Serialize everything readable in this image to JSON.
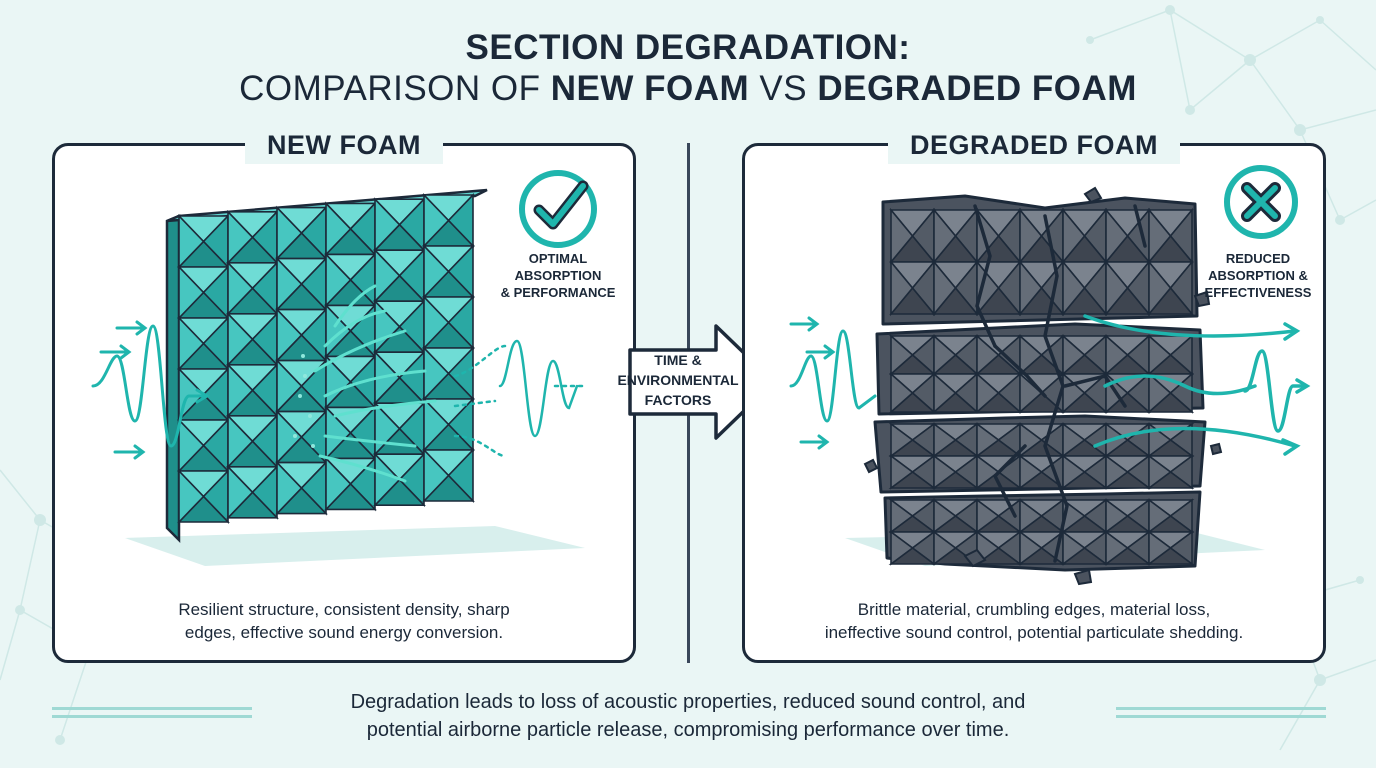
{
  "title": {
    "line1": "SECTION DEGRADATION:",
    "line2_prefix": "COMPARISON OF",
    "line2_new": "NEW FOAM",
    "line2_vs": "VS",
    "line2_degraded": "DEGRADED FOAM"
  },
  "new_panel": {
    "heading": "NEW FOAM",
    "badge_lines": [
      "OPTIMAL",
      "ABSORPTION",
      "& PERFORMANCE"
    ],
    "caption_lines": [
      "Resilient structure, consistent density, sharp",
      "edges, effective sound energy conversion."
    ]
  },
  "arrow": {
    "lines": [
      "TIME &",
      "ENVIRONMENTAL",
      "FACTORS"
    ]
  },
  "degraded_panel": {
    "heading": "DEGRADED FOAM",
    "badge_lines": [
      "REDUCED",
      "ABSORPTION &",
      "EFFECTIVENESS"
    ],
    "caption_lines": [
      "Brittle material, crumbling edges, material loss,",
      "ineffective sound control, potential particulate shedding."
    ]
  },
  "footer": {
    "lines": [
      "Degradation leads to loss of acoustic properties, reduced sound control, and",
      "potential airborne particle release, compromising performance over time."
    ]
  },
  "colors": {
    "accent": "#1fb5ad",
    "foam_new": "#35bdb8",
    "foam_degraded": "#5d6672",
    "outline": "#1d2a3a",
    "background": "#eaf6f5"
  },
  "icons": {
    "new_status": "check-circle-icon",
    "degraded_status": "x-circle-icon"
  }
}
